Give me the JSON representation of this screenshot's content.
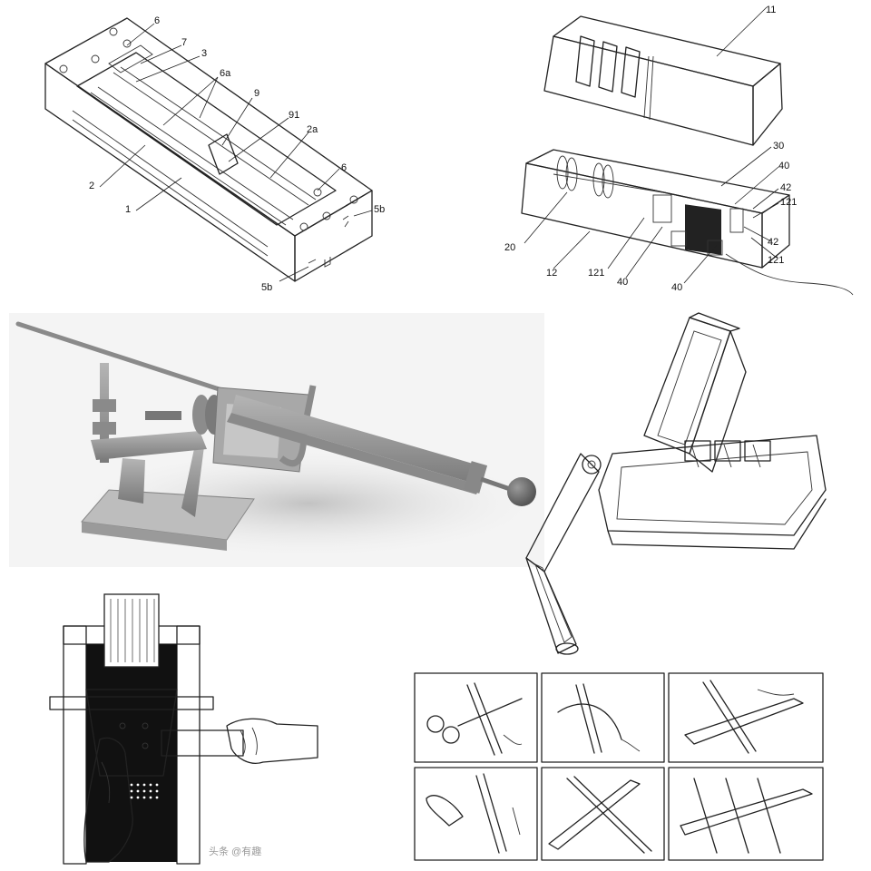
{
  "panel_a": {
    "labels": [
      "6",
      "7",
      "3",
      "6a",
      "9",
      "91",
      "2a",
      "2",
      "1",
      "6",
      "5b",
      "5b"
    ]
  },
  "panel_b": {
    "labels": [
      "11",
      "30",
      "40",
      "42",
      "121",
      "42",
      "121",
      "20",
      "12",
      "121",
      "40",
      "40"
    ]
  },
  "watermark": {
    "text": "头条 @有趣"
  },
  "colors": {
    "line": "#222222",
    "render_metal": "#8f8f8f",
    "render_shadow": "#c8c8c8",
    "knob": "#6b6b6b"
  }
}
